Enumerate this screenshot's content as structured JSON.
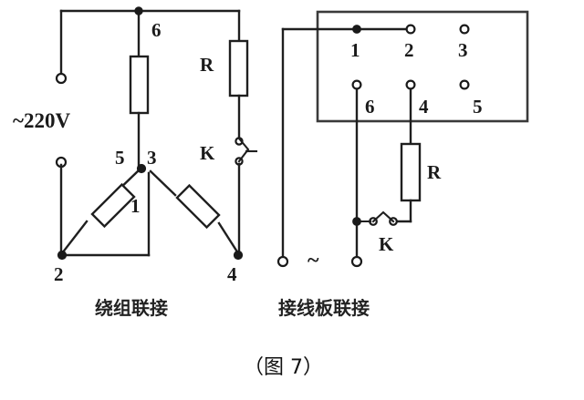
{
  "figure": {
    "caption": "（图 7）",
    "background_color": "#ffffff",
    "line_color": "#1f1f1f"
  },
  "left_diagram": {
    "title": "绕组联接",
    "supply_label": "~220V",
    "resistor_label": "R",
    "switch_label": "K",
    "node_labels": {
      "n6": "6",
      "n5": "5",
      "n3": "3",
      "n1": "1",
      "n2": "2",
      "n4": "4"
    }
  },
  "right_diagram": {
    "title": "接线板联接",
    "resistor_label": "R",
    "switch_label": "K",
    "supply_symbol": "~",
    "terminal_block": {
      "top_row": [
        "1",
        "2",
        "3"
      ],
      "bottom_row": [
        "6",
        "4",
        "5"
      ]
    }
  }
}
